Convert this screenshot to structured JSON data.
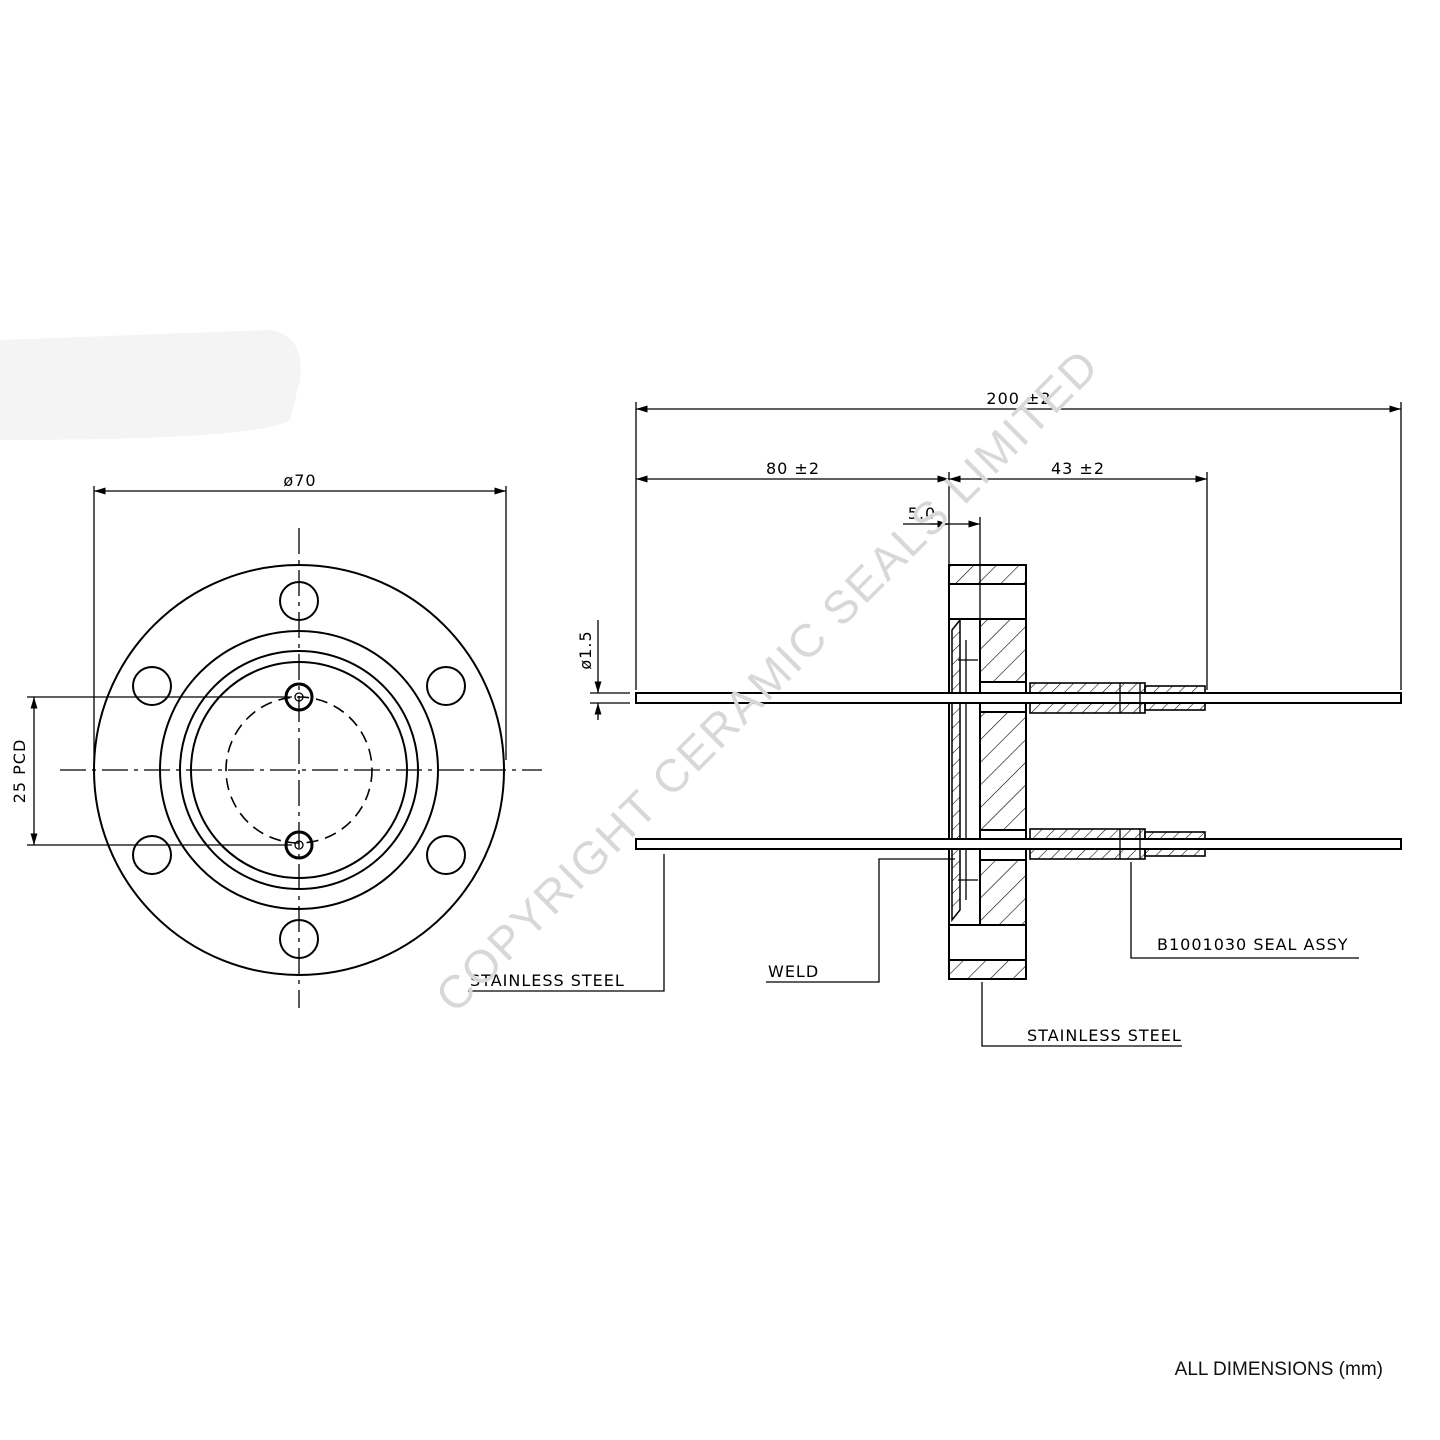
{
  "watermark": "COPYRIGHT CERAMIC SEALS LIMITED",
  "front_view": {
    "diameter_label": "ø70",
    "pcd_label": "25 PCD"
  },
  "side_view": {
    "overall_length_label": "200 ±2",
    "left_length_label": "80 ±2",
    "right_length_label": "43 ±2",
    "flange_thickness_label": "5.0",
    "pin_diameter_label": "ø1.5",
    "callouts": {
      "stainless_steel_pin": "STAINLESS STEEL",
      "weld": "WELD",
      "stainless_steel_flange": "STAINLESS STEEL",
      "seal_assy": "B1001030 SEAL ASSY"
    }
  },
  "units_note": "ALL DIMENSIONS (mm)"
}
